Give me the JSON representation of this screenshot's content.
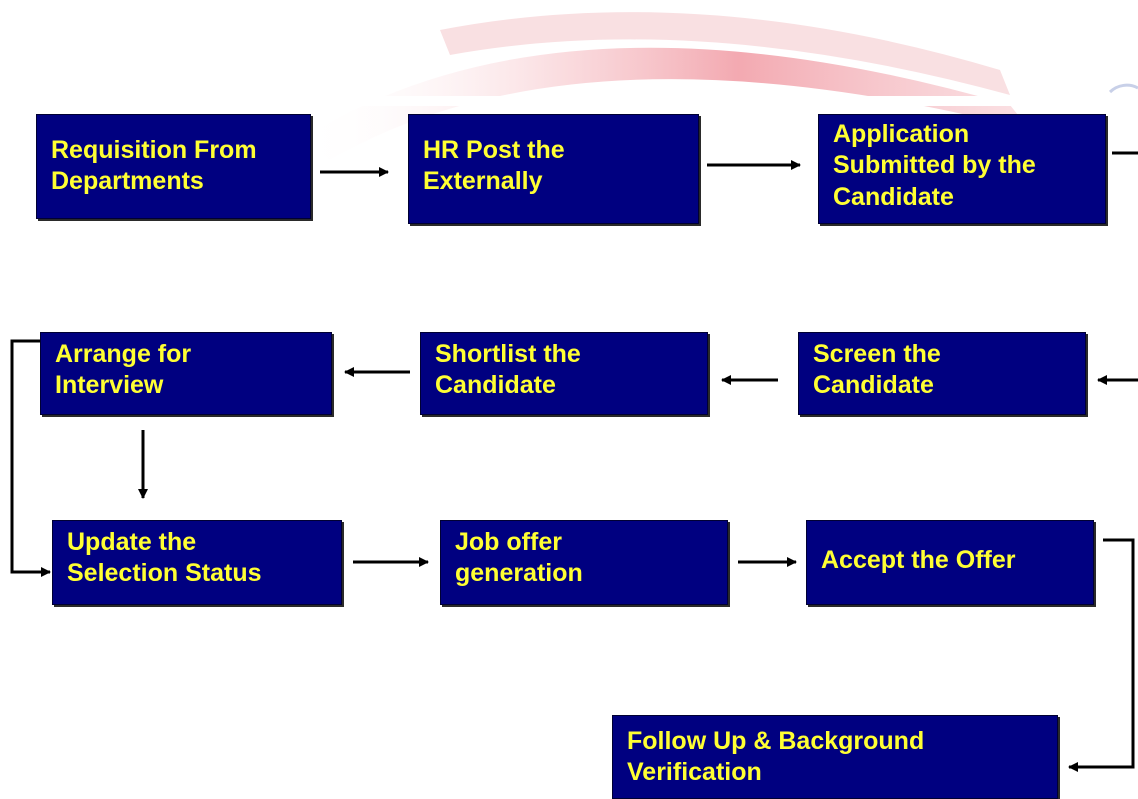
{
  "flowchart": {
    "steps": [
      {
        "id": "requisition",
        "label": "Requisition From\nDepartments"
      },
      {
        "id": "hr_post",
        "label": "HR Post the\nExternally"
      },
      {
        "id": "application",
        "label": "Application\nSubmitted by the\nCandidate"
      },
      {
        "id": "screen",
        "label": "Screen the\nCandidate"
      },
      {
        "id": "shortlist",
        "label": "Shortlist the\nCandidate"
      },
      {
        "id": "arrange_interview",
        "label": "Arrange for\nInterview"
      },
      {
        "id": "update_status",
        "label": "Update the\nSelection Status"
      },
      {
        "id": "job_offer",
        "label": "Job offer\ngeneration"
      },
      {
        "id": "accept_offer",
        "label": "Accept the Offer"
      },
      {
        "id": "follow_up",
        "label": "Follow Up & Background\nVerification"
      }
    ],
    "connections": [
      {
        "from": "requisition",
        "to": "hr_post"
      },
      {
        "from": "hr_post",
        "to": "application"
      },
      {
        "from": "application",
        "to": "screen"
      },
      {
        "from": "screen",
        "to": "shortlist"
      },
      {
        "from": "shortlist",
        "to": "arrange_interview"
      },
      {
        "from": "arrange_interview",
        "to": "update_status"
      },
      {
        "from": "update_status",
        "to": "job_offer"
      },
      {
        "from": "job_offer",
        "to": "accept_offer"
      },
      {
        "from": "accept_offer",
        "to": "follow_up"
      }
    ]
  },
  "colors": {
    "box_fill": "#000080",
    "box_text": "#ffff33",
    "arrow": "#000000",
    "background_accent": "#f0a0a8"
  }
}
